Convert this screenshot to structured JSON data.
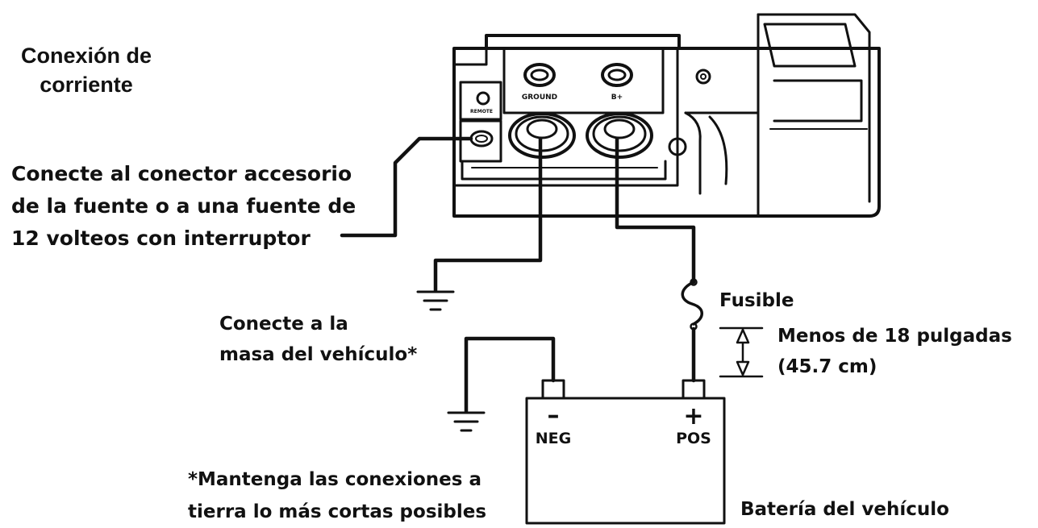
{
  "title": {
    "line1": "Conexión de",
    "line2": "corriente"
  },
  "labels": {
    "accessory": {
      "line1": "Conecte al conector accesorio",
      "line2": "de la fuente o a una fuente de",
      "line3": "12 volteos con interruptor"
    },
    "ground": {
      "line1": "Conecte a la",
      "line2": "masa del vehículo*"
    },
    "fuse": "Fusible",
    "distance": {
      "line1": "Menos de 18 pulgadas",
      "line2": "(45.7 cm)"
    },
    "note": {
      "line1": "*Mantenga las conexiones a",
      "line2": "tierra lo más cortas posibles"
    },
    "battery": "Batería del vehículo"
  },
  "battery": {
    "neg_symbol": "–",
    "neg_label": "NEG",
    "pos_symbol": "+",
    "pos_label": "POS"
  },
  "device": {
    "ground_label": "GROUND",
    "bplus_label": "B+",
    "remote_label": "REMOTE"
  },
  "colors": {
    "line": "#111111",
    "background": "#ffffff"
  }
}
